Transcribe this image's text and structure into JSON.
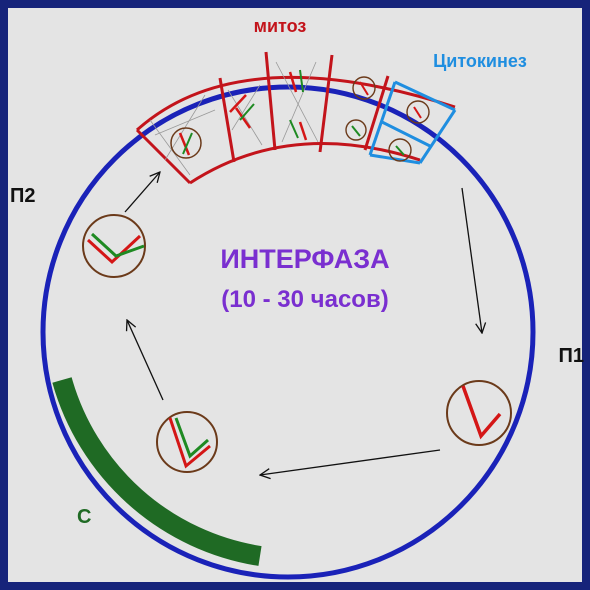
{
  "labels": {
    "mitosis": "митоз",
    "cytokinesis": "Цитокинез",
    "g2": "П2",
    "g1": "П1",
    "s": "С",
    "interphase": "ИНТЕРФАЗА",
    "duration": "(10 - 30 часов)"
  },
  "colors": {
    "background_frame": "#16237a",
    "slide": "#e4e4e4",
    "cycle_circle": "#1a22b8",
    "mitosis_red": "#c3141b",
    "cytokinesis_blue": "#1f8ee0",
    "s_phase_green": "#1f6a24",
    "interphase_text": "#7a2fd0",
    "cell_outline": "#6b3a1a",
    "chromosome_red": "#d41616",
    "chromosome_green": "#1f8a22"
  }
}
